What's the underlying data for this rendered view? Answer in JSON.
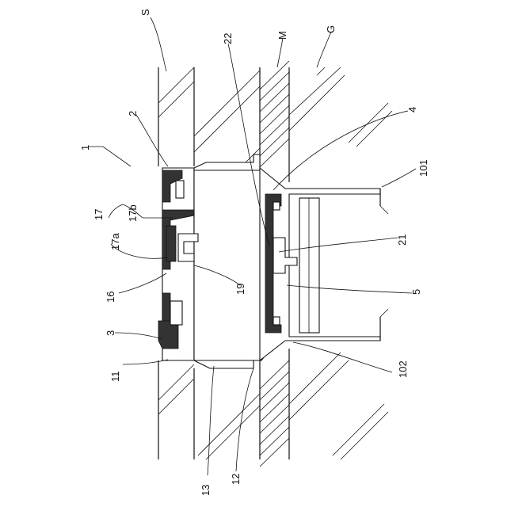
{
  "labels": {
    "S": "S",
    "M": "M",
    "G": "G",
    "n22": "22",
    "n2": "2",
    "n4": "4",
    "n1": "1",
    "n101": "101",
    "n17": "17",
    "n17b": "17b",
    "n17a": "17a",
    "n21": "21",
    "n16": "16",
    "n19": "19",
    "n5": "5",
    "n3": "3",
    "n11": "11",
    "n102": "102",
    "n13": "13",
    "n12": "12"
  }
}
